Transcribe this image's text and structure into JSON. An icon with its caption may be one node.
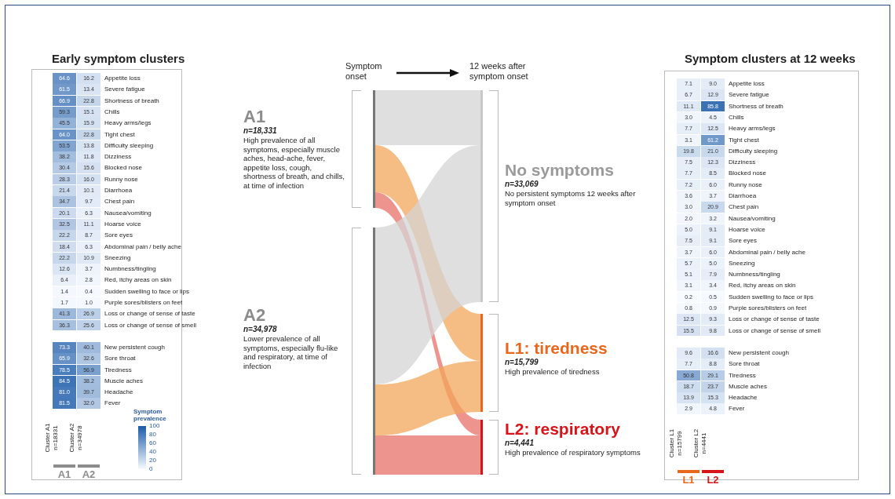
{
  "diagram": {
    "nodes": [
      {
        "text": [
          "A1",
          "n=18,331",
          "High prevalence of all symptoms, especially muscle aches, head-ache, fever, appetite loss, cough, shortness of breath, and chills, at time of infection"
        ]
      },
      {
        "text": [
          "A2",
          "n=34,978",
          "Lower prevalence of all symptoms, especially flu-like and respiratory, at time of infection"
        ]
      },
      {
        "text": [
          "No symptoms",
          "n=33,069",
          "No persistent symptoms 12 weeks after symptom onset"
        ]
      },
      {
        "text": [
          "L1: tiredness",
          "n=15,799",
          "High prevalence of tiredness"
        ]
      },
      {
        "text": [
          "L2: respiratory",
          "n=4,441",
          "High prevalence of respiratory symptoms"
        ]
      }
    ],
    "edges": [
      {
        "from": 0,
        "to": 2,
        "arrow": "none",
        "color": "#d4d4d4"
      },
      {
        "from": 0,
        "to": 3,
        "arrow": "none",
        "color": "#f2a65a"
      },
      {
        "from": 0,
        "to": 4,
        "arrow": "none",
        "color": "#e8706a"
      },
      {
        "from": 1,
        "to": 2,
        "arrow": "none",
        "color": "#d4d4d4"
      },
      {
        "from": 1,
        "to": 3,
        "arrow": "none",
        "color": "#f2a65a"
      },
      {
        "from": 1,
        "to": 4,
        "arrow": "none",
        "color": "#e8706a"
      }
    ],
    "labels": [
      "Early symptom clusters",
      "Symptom clusters at 12 weeks",
      "Symptom onset",
      "12 weeks after symptom onset",
      "64.6",
      "16.2",
      "Appetite loss",
      "61.5",
      "13.4",
      "Severe fatigue",
      "66.9",
      "22.8",
      "Shortness of breath",
      "59.3",
      "15.1",
      "Chills",
      "45.5",
      "15.9",
      "Heavy arms/legs",
      "64.0",
      "22.8",
      "Tight chest",
      "53.5",
      "13.8",
      "Difficulty sleeping",
      "38.2",
      "11.8",
      "Dizziness",
      "30.4",
      "15.6",
      "Blocked nose",
      "28.3",
      "16.0",
      "Runny nose",
      "21.4",
      "10.1",
      "Diarrhoea",
      "34.7",
      "9.7",
      "Chest pain",
      "20.1",
      "6.3",
      "Nausea/vomiting",
      "32.5",
      "11.1",
      "Hoarse voice",
      "22.2",
      "8.7",
      "Sore eyes",
      "18.4",
      "6.3",
      "Abdominal pain / belly ache",
      "22.2",
      "10.9",
      "Sneezing",
      "12.6",
      "3.7",
      "Numbness/tingling",
      "6.4",
      "2.8",
      "Red, itchy areas on skin",
      "1.4",
      "0.4",
      "Sudden swelling to face or lips",
      "1.7",
      "1.0",
      "Purple sores/blisters on feet",
      "41.3",
      "26.9",
      "Loss or change of sense of taste",
      "36.3",
      "25.6",
      "Loss or change of sense of smell",
      "73.3",
      "40.1",
      "New persistent cough",
      "65.9",
      "32.6",
      "Sore throat",
      "78.5",
      "56.9",
      "Tiredness",
      "84.5",
      "38.2",
      "Muscle aches",
      "81.0",
      "39.7",
      "Headache",
      "81.5",
      "32.0",
      "Fever",
      "Cluster A1 n=18331",
      "Cluster A2 n=34978",
      "A1",
      "A2",
      "Symptom prevalence",
      "100",
      "80",
      "60",
      "40",
      "20",
      "0",
      "7.1",
      "9.0",
      "Appetite loss",
      "6.7",
      "12.9",
      "Severe fatigue",
      "11.1",
      "85.8",
      "Shortness of breath",
      "3.0",
      "4.5",
      "Chills",
      "7.7",
      "12.5",
      "Heavy arms/legs",
      "3.1",
      "61.2",
      "Tight chest",
      "19.8",
      "21.0",
      "Difficulty sleeping",
      "7.5",
      "12.3",
      "Dizziness",
      "7.7",
      "8.5",
      "Blocked nose",
      "7.2",
      "6.0",
      "Runny nose",
      "3.6",
      "3.7",
      "Diarrhoea",
      "3.0",
      "20.9",
      "Chest pain",
      "2.0",
      "3.2",
      "Nausea/vomiting",
      "5.0",
      "9.1",
      "Hoarse voice",
      "7.5",
      "9.1",
      "Sore eyes",
      "3.7",
      "6.0",
      "Abdominal pain / belly ache",
      "5.7",
      "5.0",
      "Sneezing",
      "5.1",
      "7.9",
      "Numbness/tingling",
      "3.1",
      "3.4",
      "Red, itchy areas on skin",
      "0.2",
      "0.5",
      "Sudden swelling to face or lips",
      "0.8",
      "0.9",
      "Purple sores/blisters on feet",
      "12.5",
      "9.3",
      "Loss or change of sense of taste",
      "15.5",
      "9.8",
      "Loss or change of sense of smell",
      "9.6",
      "16.6",
      "New persistent cough",
      "7.7",
      "8.8",
      "Sore throat",
      "50.8",
      "29.1",
      "Tiredness",
      "18.7",
      "23.7",
      "Muscle aches",
      "13.9",
      "15.3",
      "Headache",
      "2.9",
      "4.8",
      "Fever",
      "Cluster L1 n=15799",
      "Cluster L2 n=4441",
      "L1",
      "L2"
    ]
  }
}
